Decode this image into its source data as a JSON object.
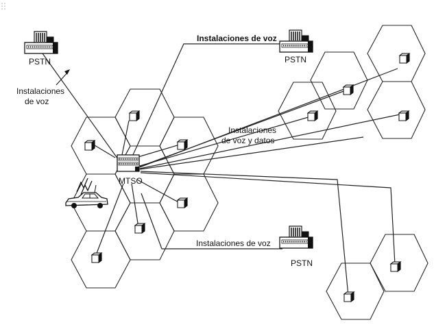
{
  "labels": {
    "pstn_left": "PSTN",
    "pstn_top": "PSTN",
    "pstn_bottom": "PSTN",
    "voice_left_line1": "Instalaciones",
    "voice_left_line2": "de voz",
    "voice_top": "Instalaciones de voz",
    "voice_data_line1": "Instalaciones",
    "voice_data_line2": "de voz y datos",
    "voice_bottom": "Instalaciones de voz",
    "mtso": "MTSO"
  },
  "icons": {
    "pstn": "telephone-exchange-building-icon",
    "tower": "radio-tower-icon",
    "base_station": "base-station-box-icon",
    "switch": "mtso-switch-icon",
    "car": "mobile-car-icon"
  },
  "colors": {
    "ink": "#111111",
    "background": "#ffffff"
  }
}
